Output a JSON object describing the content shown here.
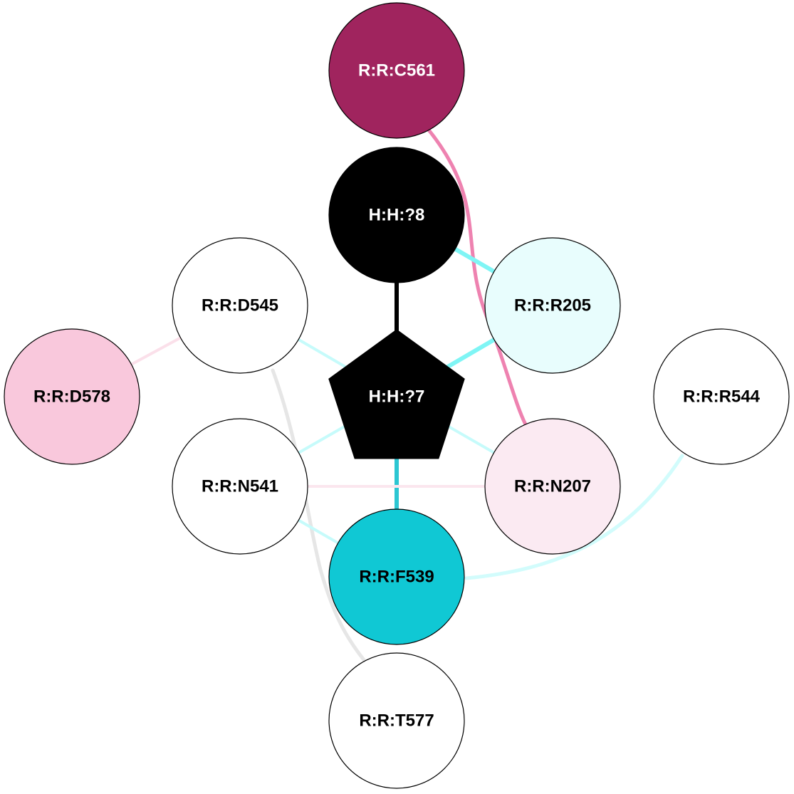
{
  "nodes": [
    {
      "id": "C561",
      "label": "R:R:C561",
      "shape": "circle",
      "fill": "#a0245e",
      "text_color": "#ffffff"
    },
    {
      "id": "H8",
      "label": "H:H:?8",
      "shape": "circle",
      "fill": "#000000",
      "text_color": "#ffffff"
    },
    {
      "id": "R205",
      "label": "R:R:R205",
      "shape": "circle",
      "fill": "#e8fdfd",
      "text_color": "#000000"
    },
    {
      "id": "D545",
      "label": "R:R:D545",
      "shape": "circle",
      "fill": "#ffffff",
      "text_color": "#000000"
    },
    {
      "id": "D578",
      "label": "R:R:D578",
      "shape": "circle",
      "fill": "#f9c8dc",
      "text_color": "#000000"
    },
    {
      "id": "H7",
      "label": "H:H:?7",
      "shape": "pentagon",
      "fill": "#000000",
      "text_color": "#ffffff"
    },
    {
      "id": "R544",
      "label": "R:R:R544",
      "shape": "circle",
      "fill": "#ffffff",
      "text_color": "#000000"
    },
    {
      "id": "N541",
      "label": "R:R:N541",
      "shape": "circle",
      "fill": "#ffffff",
      "text_color": "#000000"
    },
    {
      "id": "N207",
      "label": "R:R:N207",
      "shape": "circle",
      "fill": "#fbeaf2",
      "text_color": "#000000"
    },
    {
      "id": "F539",
      "label": "R:R:F539",
      "shape": "circle",
      "fill": "#10c8d4",
      "text_color": "#000000"
    },
    {
      "id": "T577",
      "label": "R:R:T577",
      "shape": "circle",
      "fill": "#ffffff",
      "text_color": "#000000"
    }
  ],
  "edges": [
    {
      "from": "C561",
      "to": "N207",
      "color": "#ee82b0"
    },
    {
      "from": "H8",
      "to": "R205",
      "color": "#7ff5f5"
    },
    {
      "from": "H8",
      "to": "H7",
      "color": "#000000"
    },
    {
      "from": "H7",
      "to": "R205",
      "color": "#7ff5f5"
    },
    {
      "from": "H7",
      "to": "D545",
      "color": "#c6fbfb"
    },
    {
      "from": "H7",
      "to": "N541",
      "color": "#c6fbfb"
    },
    {
      "from": "H7",
      "to": "N207",
      "color": "#c6fbfb"
    },
    {
      "from": "H7",
      "to": "F539",
      "color": "#2cc6d2"
    },
    {
      "from": "D545",
      "to": "D578",
      "color": "#fbe0ea"
    },
    {
      "from": "D545",
      "to": "T577",
      "color": "#e6e6e6"
    },
    {
      "from": "N541",
      "to": "N207",
      "color": "#fbe6ee"
    },
    {
      "from": "N541",
      "to": "F539",
      "color": "#c6fbfb"
    },
    {
      "from": "F539",
      "to": "R544",
      "color": "#d2fcfc"
    }
  ]
}
